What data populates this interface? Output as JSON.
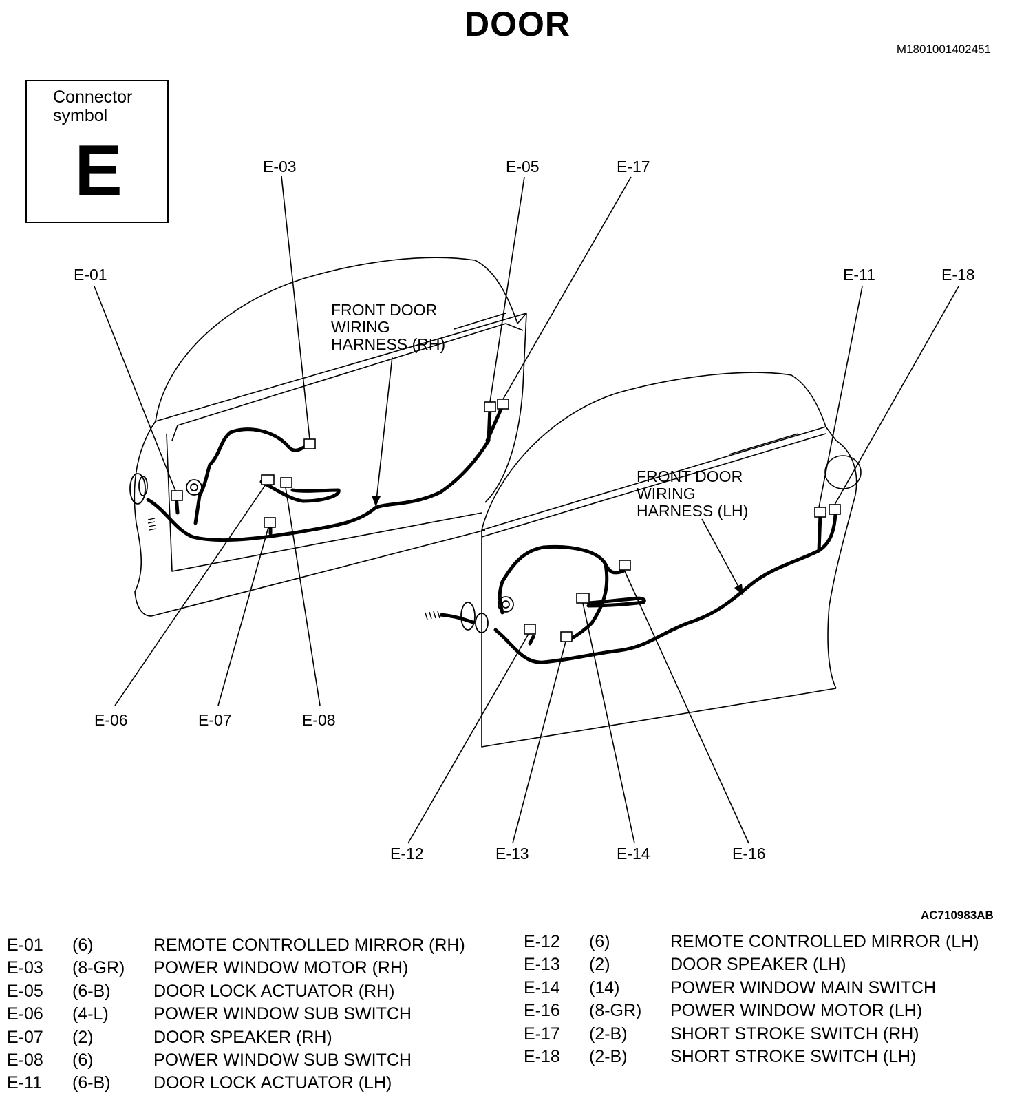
{
  "title": "DOOR",
  "reference_code": "M1801001402451",
  "connector_symbol": {
    "caption": "Connector\nsymbol",
    "letter": "E"
  },
  "callouts": {
    "e01": "E-01",
    "e03": "E-03",
    "e05": "E-05",
    "e17": "E-17",
    "e06": "E-06",
    "e07": "E-07",
    "e08": "E-08",
    "e11": "E-11",
    "e18": "E-18",
    "e12": "E-12",
    "e13": "E-13",
    "e14": "E-14",
    "e16": "E-16"
  },
  "harness_labels": {
    "rh": "FRONT DOOR\nWIRING\nHARNESS (RH)",
    "lh": "FRONT DOOR\nWIRING\nHARNESS (LH)"
  },
  "drawing_code": "AC710983AB",
  "legend_left": [
    {
      "code": "E-01",
      "pins": "(6)",
      "name": "REMOTE CONTROLLED MIRROR (RH)"
    },
    {
      "code": "E-03",
      "pins": "(8-GR)",
      "name": "POWER WINDOW MOTOR (RH)"
    },
    {
      "code": "E-05",
      "pins": "(6-B)",
      "name": "DOOR LOCK ACTUATOR (RH)"
    },
    {
      "code": "E-06",
      "pins": "(4-L)",
      "name": "POWER WINDOW SUB SWITCH"
    },
    {
      "code": "E-07",
      "pins": "(2)",
      "name": "DOOR SPEAKER (RH)"
    },
    {
      "code": "E-08",
      "pins": "(6)",
      "name": "POWER WINDOW SUB SWITCH"
    },
    {
      "code": "E-11",
      "pins": "(6-B)",
      "name": "DOOR LOCK ACTUATOR (LH)"
    }
  ],
  "legend_right": [
    {
      "code": "E-12",
      "pins": "(6)",
      "name": "REMOTE CONTROLLED MIRROR (LH)"
    },
    {
      "code": "E-13",
      "pins": "(2)",
      "name": "DOOR SPEAKER (LH)"
    },
    {
      "code": "E-14",
      "pins": "(14)",
      "name": "POWER WINDOW MAIN SWITCH"
    },
    {
      "code": "E-16",
      "pins": "(8-GR)",
      "name": "POWER WINDOW MOTOR (LH)"
    },
    {
      "code": "E-17",
      "pins": "(2-B)",
      "name": "SHORT STROKE SWITCH (RH)"
    },
    {
      "code": "E-18",
      "pins": "(2-B)",
      "name": "SHORT STROKE SWITCH (LH)"
    }
  ]
}
